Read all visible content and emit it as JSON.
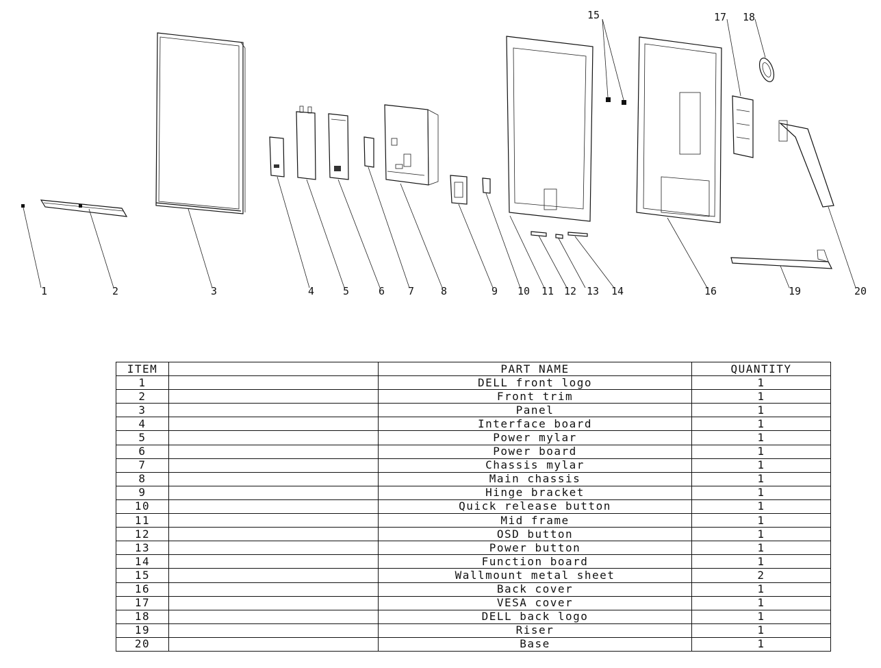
{
  "callouts": [
    "1",
    "2",
    "3",
    "4",
    "5",
    "6",
    "7",
    "8",
    "9",
    "10",
    "11",
    "12",
    "13",
    "14",
    "15",
    "16",
    "17",
    "18",
    "19",
    "20"
  ],
  "table": {
    "headers": {
      "item": "ITEM",
      "part_name": "PART NAME",
      "quantity": "QUANTITY"
    },
    "rows": [
      {
        "item": "1",
        "part_name": "DELL front logo",
        "quantity": "1"
      },
      {
        "item": "2",
        "part_name": "Front trim",
        "quantity": "1"
      },
      {
        "item": "3",
        "part_name": "Panel",
        "quantity": "1"
      },
      {
        "item": "4",
        "part_name": "Interface board",
        "quantity": "1"
      },
      {
        "item": "5",
        "part_name": "Power mylar",
        "quantity": "1"
      },
      {
        "item": "6",
        "part_name": "Power board",
        "quantity": "1"
      },
      {
        "item": "7",
        "part_name": "Chassis mylar",
        "quantity": "1"
      },
      {
        "item": "8",
        "part_name": "Main chassis",
        "quantity": "1"
      },
      {
        "item": "9",
        "part_name": "Hinge bracket",
        "quantity": "1"
      },
      {
        "item": "10",
        "part_name": "Quick release button",
        "quantity": "1"
      },
      {
        "item": "11",
        "part_name": "Mid frame",
        "quantity": "1"
      },
      {
        "item": "12",
        "part_name": "OSD button",
        "quantity": "1"
      },
      {
        "item": "13",
        "part_name": "Power button",
        "quantity": "1"
      },
      {
        "item": "14",
        "part_name": "Function board",
        "quantity": "1"
      },
      {
        "item": "15",
        "part_name": "Wallmount metal sheet",
        "quantity": "2"
      },
      {
        "item": "16",
        "part_name": "Back cover",
        "quantity": "1"
      },
      {
        "item": "17",
        "part_name": "VESA cover",
        "quantity": "1"
      },
      {
        "item": "18",
        "part_name": "DELL back logo",
        "quantity": "1"
      },
      {
        "item": "19",
        "part_name": "Riser",
        "quantity": "1"
      },
      {
        "item": "20",
        "part_name": "Base",
        "quantity": "1"
      }
    ]
  }
}
